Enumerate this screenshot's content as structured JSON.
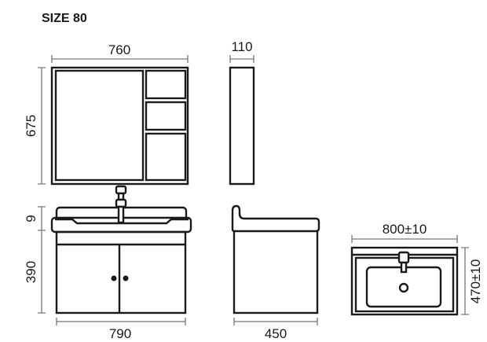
{
  "title": "SIZE 80",
  "mirror_cabinet": {
    "width_label": "760",
    "height_label": "675",
    "depth_label": "110"
  },
  "vanity": {
    "top_height_label": "9",
    "body_height_label": "390",
    "width_label": "790",
    "depth_label": "450"
  },
  "basin_top_view": {
    "width_label": "800±10",
    "depth_label": "470±10"
  }
}
